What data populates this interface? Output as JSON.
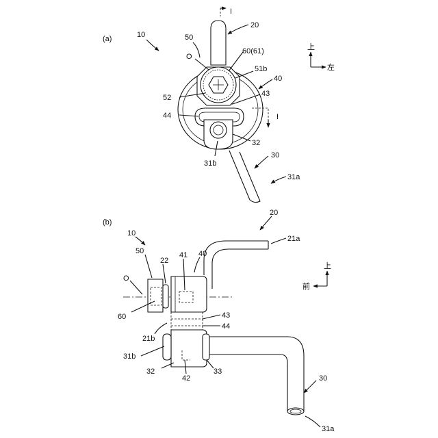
{
  "figure_a": {
    "panel_label": "(a)",
    "labels": {
      "assembly": "10",
      "pin": "20",
      "section_mark_top": "I",
      "head": "50",
      "origin": "O",
      "bolt": "60(61)",
      "head_part": "51b",
      "bracket": "40",
      "collar": "52",
      "lower_hole": "43",
      "slot": "44",
      "section_mark_right": "I",
      "lower_part": "32",
      "lower_end": "31b",
      "rod": "30",
      "rod_end": "31a"
    },
    "direction": {
      "up": "上",
      "left": "左"
    }
  },
  "figure_b": {
    "panel_label": "(b)",
    "labels": {
      "pin": "20",
      "pin_end": "21a",
      "assembly": "10",
      "head": "50",
      "washer": "22",
      "inner": "41",
      "bracket": "40",
      "origin": "O",
      "bolt": "60",
      "lower_hole": "43",
      "slot": "44",
      "pin_tip": "21b",
      "lower_end": "31b",
      "lower_part": "32",
      "inner_lower": "42",
      "right_part": "33",
      "rod": "30",
      "rod_end": "31a"
    },
    "direction": {
      "up": "上",
      "front": "前"
    }
  }
}
